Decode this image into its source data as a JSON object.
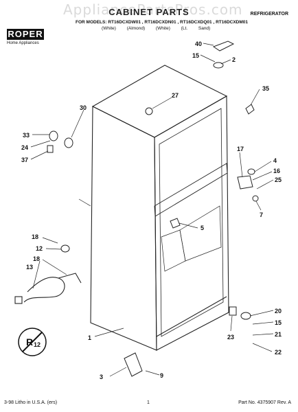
{
  "watermark": "AppliancePartsPros.com",
  "header": {
    "title": "CABINET PARTS",
    "right_label": "REFRIGERATOR",
    "models": "FOR MODELS: RT16DCXDW01 , RT16DCXDN01 , RT16DCXDQ01 , RT16DCXDM01",
    "colors": "(White) (Almond) (White) (Lt. Sand)"
  },
  "brand": {
    "logo": "ROPER",
    "sub": "Home Appliances"
  },
  "callouts": [
    "40",
    "15",
    "2",
    "27",
    "35",
    "30",
    "33",
    "24",
    "37",
    "17",
    "4",
    "16",
    "25",
    "7",
    "5",
    "18",
    "12",
    "13",
    "18",
    "1",
    "20",
    "15",
    "21",
    "22",
    "23",
    "3",
    "9"
  ],
  "footer": {
    "left": "3-98 Litho in U.S.A. (ers)",
    "center": "1",
    "right": "Part No. 4375907 Rev. A"
  }
}
